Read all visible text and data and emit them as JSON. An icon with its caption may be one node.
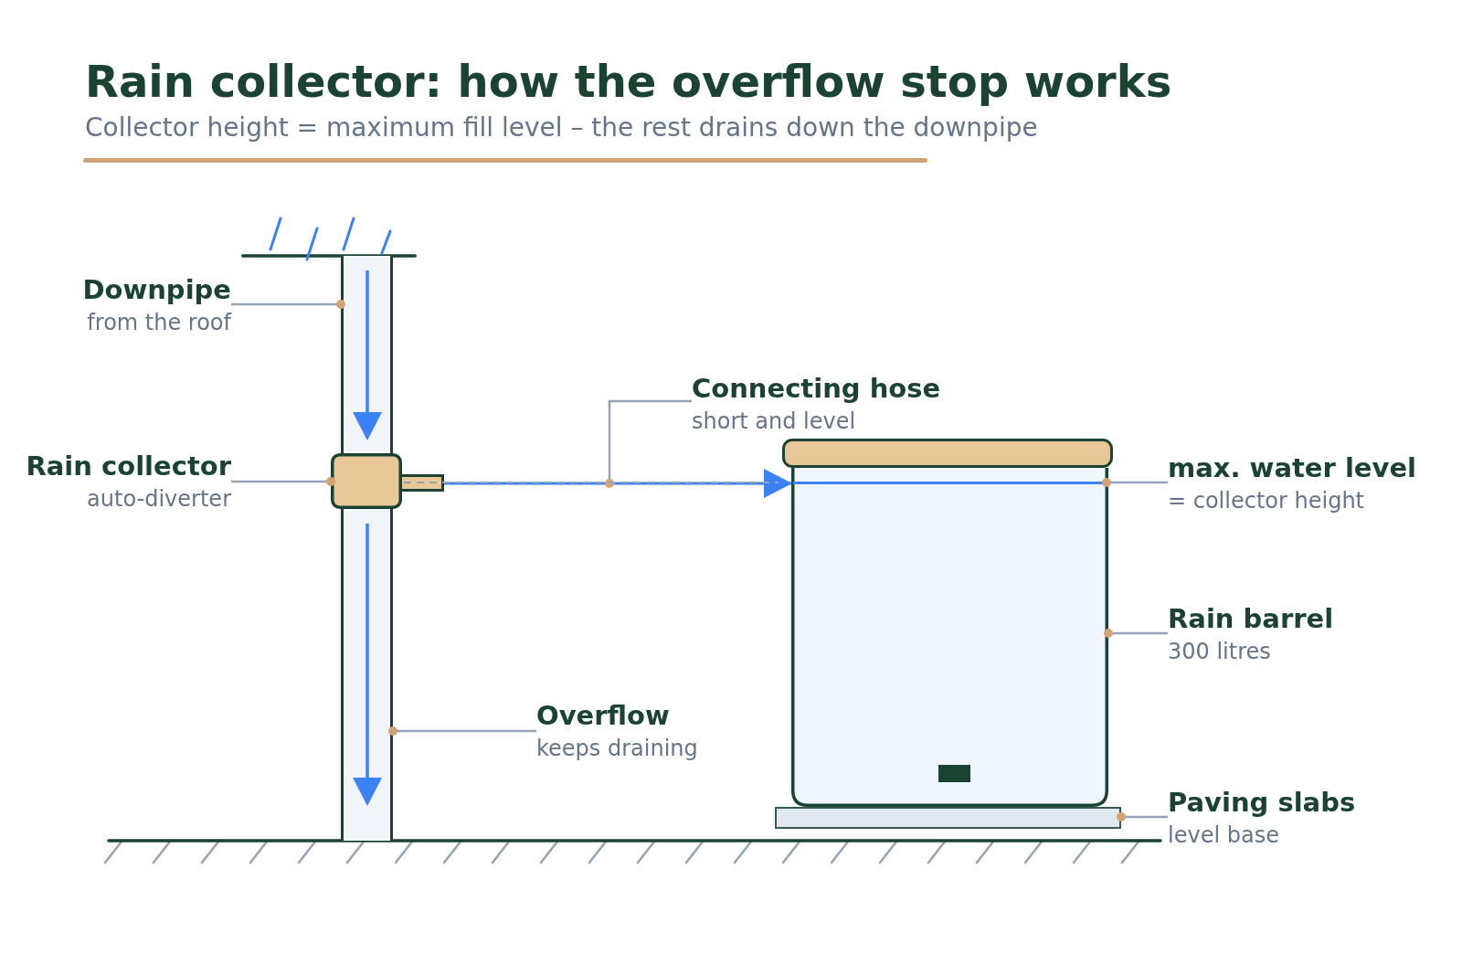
{
  "diagram": {
    "title": "Rain collector: how the overflow stop works",
    "nodes": [
      {
        "text": [
          "Downpipe",
          "from the roof"
        ]
      },
      {
        "text": [],
        "shape": "bar"
      },
      {
        "text": [
          "Rain collector",
          "auto-diverter"
        ]
      },
      {
        "text": [],
        "shape": "box"
      },
      {
        "text": [
          "Connecting hose",
          "short and level"
        ]
      },
      {
        "text": [
          "max. water level",
          "= collector height"
        ]
      },
      {
        "text": [],
        "shape": "box"
      },
      {
        "text": [],
        "shape": "line",
        "in": 6
      },
      {
        "text": [
          "Rain barrel",
          "300 litres"
        ]
      },
      {
        "text": [
          "Overflow",
          "keeps draining"
        ]
      },
      {
        "text": [
          "Paving slabs",
          "level base"
        ]
      },
      {
        "text": [],
        "shape": "bar"
      },
      {
        "text": [],
        "shape": "bar"
      }
    ],
    "edges": [
      {
        "from": 0,
        "to": 1,
        "arrow": "other"
      },
      {
        "from": 2,
        "to": 3,
        "arrow": "other"
      },
      {
        "from": 3,
        "to": 6,
        "arrow": "to",
        "color": "#3b82f6"
      },
      {
        "from": 4,
        "to": null,
        "arrow": "other"
      },
      {
        "from": 5,
        "to": 7,
        "arrow": "other"
      },
      {
        "from": 8,
        "to": 6,
        "arrow": "other"
      },
      {
        "from": 9,
        "to": 1,
        "arrow": "other"
      },
      {
        "from": 10,
        "to": 11,
        "arrow": "other"
      }
    ],
    "labels": [
      "Collector height = maximum fill level – the rest drains down the downpipe"
    ]
  }
}
